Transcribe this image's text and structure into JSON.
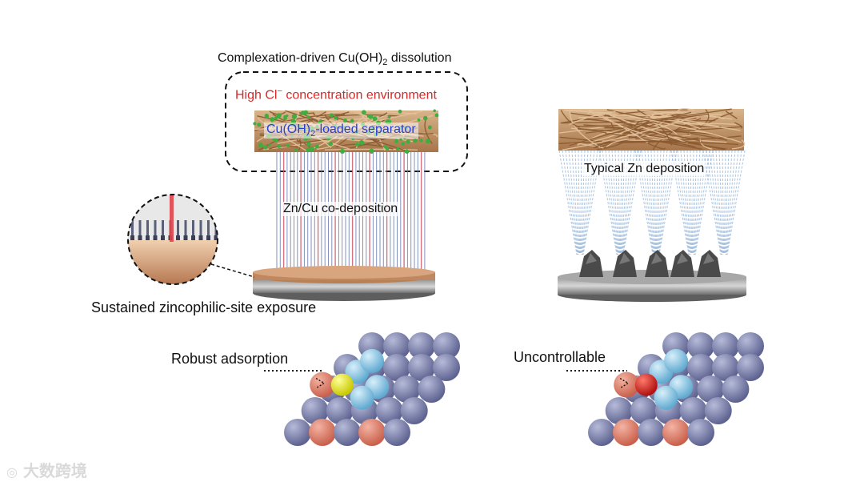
{
  "left_panel": {
    "title_prefix": "Complexation-driven Cu(OH)",
    "title_sub": "2",
    "title_suffix": " dissolution",
    "high_cl_prefix": "High Cl",
    "high_cl_sup": "−",
    "high_cl_suffix": " concentration environment",
    "separator_prefix": "Cu(OH)",
    "separator_sub": "2",
    "separator_suffix": "-loaded separator",
    "codeposition": "Zn/Cu co-deposition",
    "exposure": "Sustained zincophilic-site exposure",
    "adsorption": "Robust adsorption"
  },
  "right_panel": {
    "deposition": "Typical Zn deposition",
    "adsorption": "Uncontrollable"
  },
  "watermark": "大数跨境",
  "colors": {
    "red_text": "#d42a2a",
    "blue_text": "#2a3fd4",
    "zn_atom": "#767ca8",
    "cu_atom": "#e07b67",
    "adsorbate_good": "#e6e62a",
    "adsorbate_bad": "#cc1f1f",
    "light_atom": "#8ec9e8",
    "fiber": "#c49a6c"
  }
}
